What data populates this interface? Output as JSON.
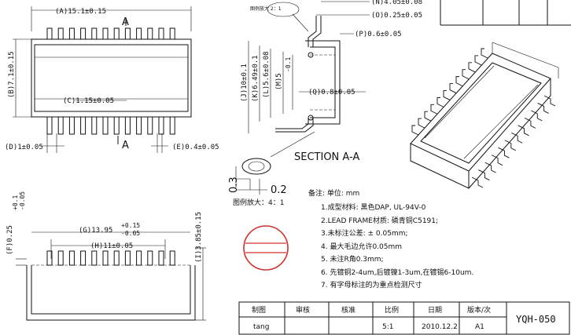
{
  "dims": {
    "A": "(A)15.1±0.15",
    "B": "(B)7.1±0.15",
    "C": "(C)1.15±0.05",
    "D": "(D)1±0.05",
    "E": "(E)0.4±0.05",
    "F": "(F)0.25",
    "F_tol_plus": "+0.1",
    "F_tol_minus": "-0.05",
    "G": "(G)13.95",
    "G_tol_plus": "+0.15",
    "G_tol_minus": "-0.05",
    "H": "(H)11±0.05",
    "I": "(I)3.85±0.15",
    "J": "(J)10±0.1",
    "K": "(K)6.49±0.1",
    "L": "(L)5.6±0.08",
    "M": "(M)5",
    "M_tol": "-0.1",
    "N": "(N)4.05±0.08",
    "O": "(O)0.25±0.05",
    "P": "(P)0.6±0.05",
    "Q": "(Q)0.8±0.05",
    "detail_03": "0.3",
    "detail_02": "0.2"
  },
  "labels": {
    "section_marker": "A",
    "section_title": "SECTION A-A",
    "detail_scale": "图例放大：4：1",
    "detail_scale_small": "图例放大 2：1"
  },
  "notes": {
    "header": "备注:    单位: mm",
    "items": [
      "1.成型材料:    黑色DAP, UL-94V-0",
      "2.LEAD  FRAME材质: 磷青铜C5191;",
      "3.未标注公差:   ±  0.05mm;",
      "4.  最大毛边允许0.05mm",
      "5.  未注R角0.3mm;",
      "6.  先镀铜2-4um,后镀镍1-3um,在镀锡6-10um.",
      "7.   有字母标注的为重点检测尺寸"
    ]
  },
  "title_block": {
    "headers": [
      "制图",
      "审核",
      "核准",
      "比例",
      "日期",
      "版本/次"
    ],
    "values": [
      "tang",
      "",
      "",
      "5:1",
      "2010.12.2",
      "A1"
    ],
    "drawing_no": "YQH-050"
  }
}
